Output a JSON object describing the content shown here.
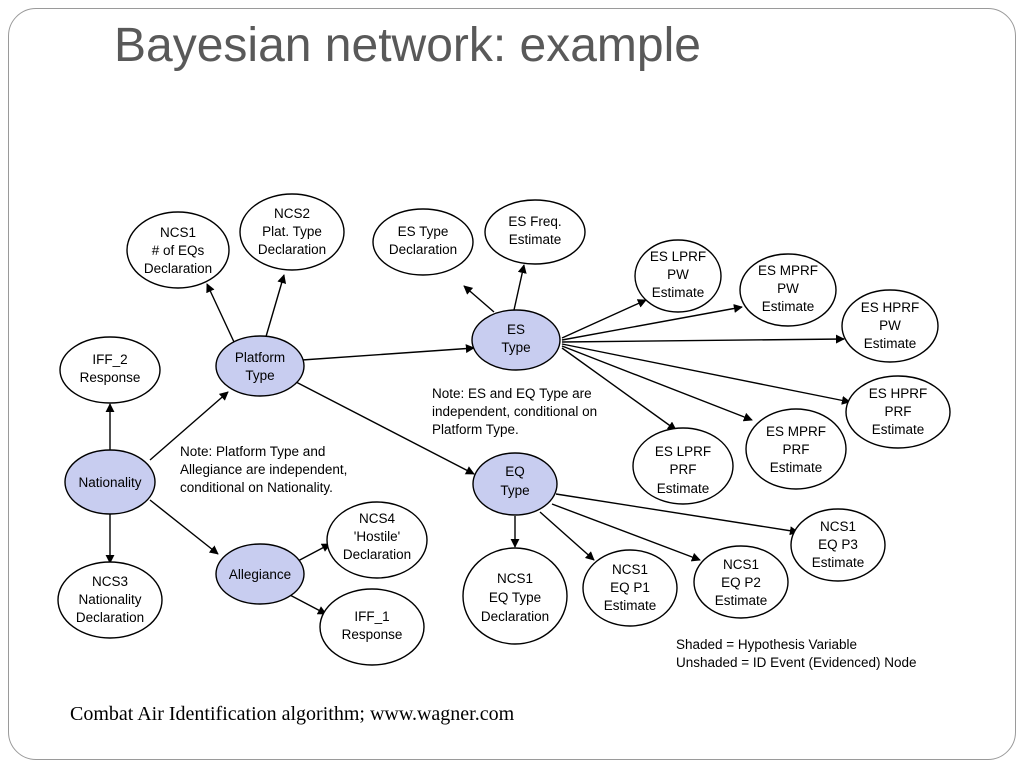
{
  "title": "Bayesian network: example",
  "caption": "Combat Air Identification algorithm; www.wagner.com",
  "colors": {
    "hypothesis_fill": "#c8cdf0",
    "evidence_fill": "#ffffff",
    "line": "#000000"
  },
  "nodes": {
    "ncs1_eqs": [
      "NCS1",
      "# of EQs",
      "Declaration"
    ],
    "ncs2_plat": [
      "NCS2",
      "Plat. Type",
      "Declaration"
    ],
    "es_type_decl": [
      "ES Type",
      "Declaration"
    ],
    "es_freq": [
      "ES Freq.",
      "Estimate"
    ],
    "es_lprf_pw": [
      "ES LPRF",
      "PW",
      "Estimate"
    ],
    "es_mprf_pw": [
      "ES MPRF",
      "PW",
      "Estimate"
    ],
    "es_hprf_pw": [
      "ES HPRF",
      "PW",
      "Estimate"
    ],
    "iff2": [
      "IFF_2",
      "Response"
    ],
    "platform_type": [
      "Platform",
      "Type"
    ],
    "es_type": [
      "ES",
      "Type"
    ],
    "es_hprf_prf": [
      "ES HPRF",
      "PRF",
      "Estimate"
    ],
    "es_mprf_prf": [
      "ES MPRF",
      "PRF",
      "Estimate"
    ],
    "es_lprf_prf": [
      "ES LPRF",
      "PRF",
      "Estimate"
    ],
    "nationality": [
      "Nationality"
    ],
    "eq_type": [
      "EQ",
      "Type"
    ],
    "ncs4": [
      "NCS4",
      "'Hostile'",
      "Declaration"
    ],
    "ncs1_p3": [
      "NCS1",
      "EQ P3",
      "Estimate"
    ],
    "allegiance": [
      "Allegiance"
    ],
    "ncs3": [
      "NCS3",
      "Nationality",
      "Declaration"
    ],
    "ncs1_eq_type": [
      "NCS1",
      "EQ Type",
      "Declaration"
    ],
    "ncs1_p1": [
      "NCS1",
      "EQ P1",
      "Estimate"
    ],
    "ncs1_p2": [
      "NCS1",
      "EQ P2",
      "Estimate"
    ],
    "iff1": [
      "IFF_1",
      "Response"
    ]
  },
  "notes": {
    "es_eq": [
      "Note:  ES and EQ Type are",
      "independent, conditional on",
      "Platform Type."
    ],
    "platform_allegiance": [
      "Note:  Platform Type and",
      "Allegiance are independent,",
      "conditional on Nationality."
    ]
  },
  "legend": [
    "Shaded = Hypothesis Variable",
    "Unshaded = ID Event (Evidenced) Node"
  ]
}
